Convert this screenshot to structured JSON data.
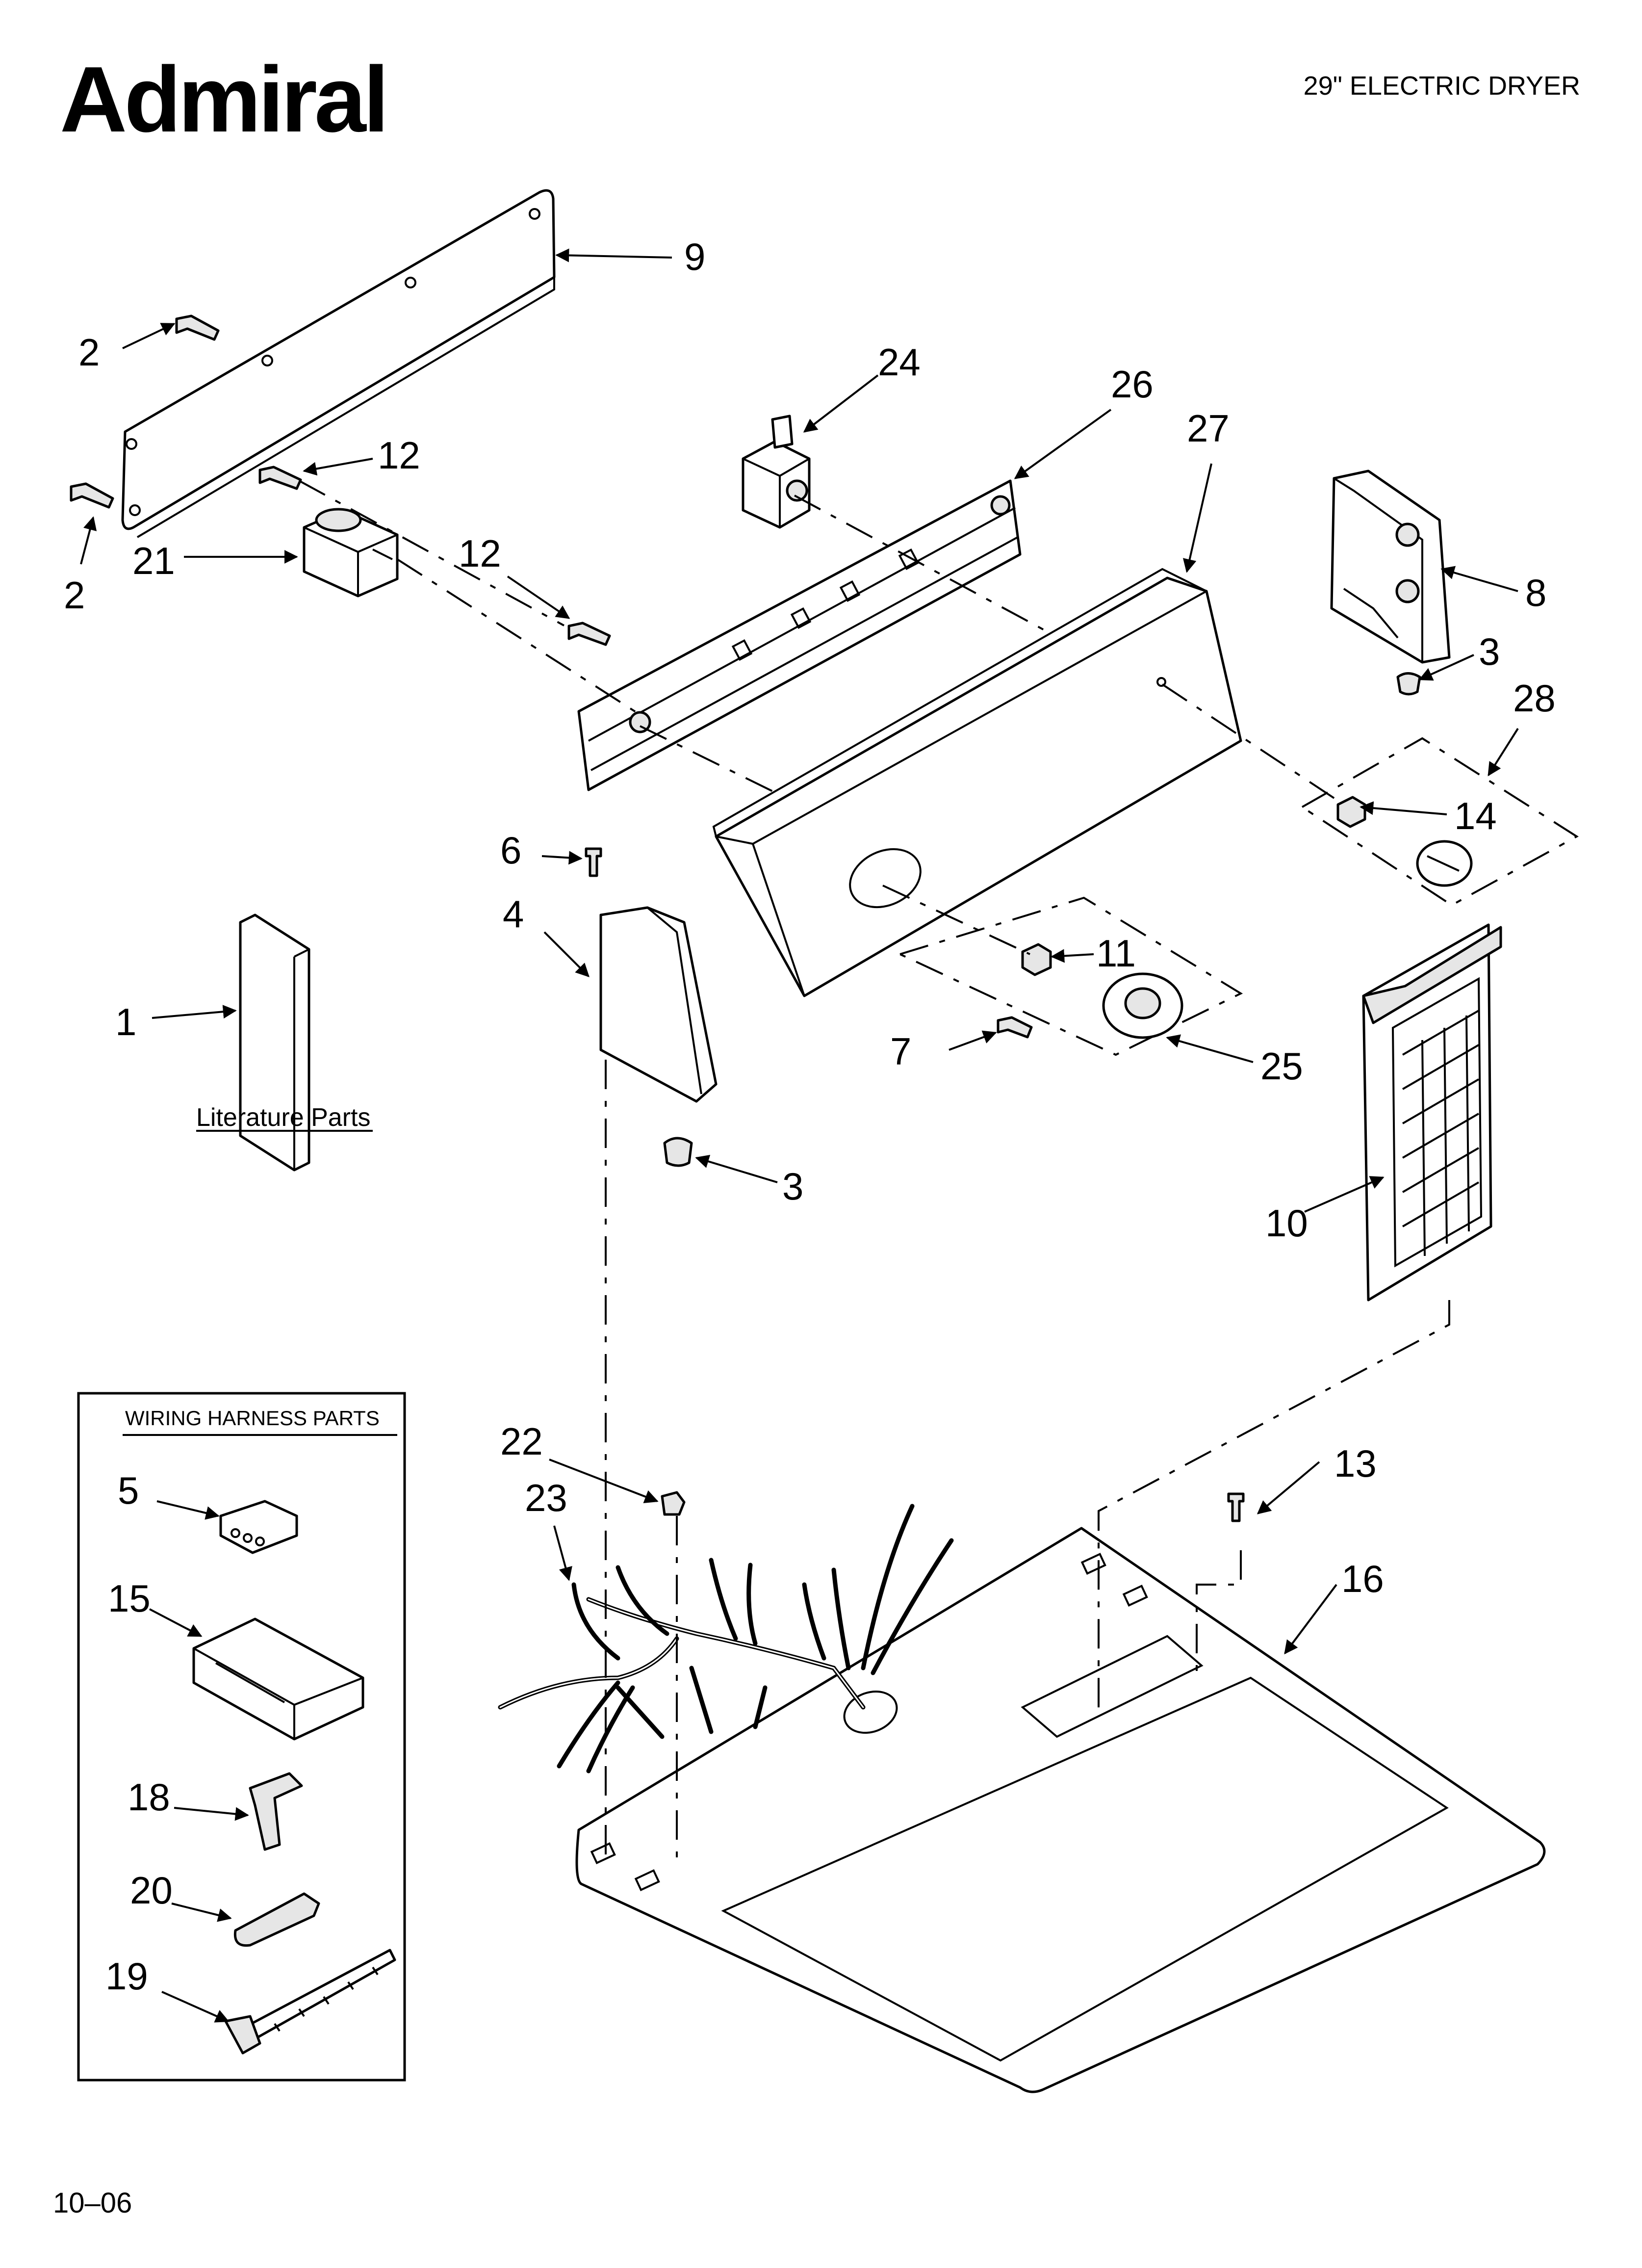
{
  "header": {
    "brand": "Admiral",
    "model": "29\" ELECTRIC DRYER"
  },
  "footer": {
    "date": "10–06"
  },
  "literature": {
    "label": "Literature Parts"
  },
  "harness_box": {
    "title": "WIRING HARNESS PARTS"
  },
  "callouts": {
    "c1": "1",
    "c2a": "2",
    "c2b": "2",
    "c3a": "3",
    "c3b": "3",
    "c4": "4",
    "c5": "5",
    "c6": "6",
    "c7": "7",
    "c8": "8",
    "c9": "9",
    "c10": "10",
    "c11": "11",
    "c12a": "12",
    "c12b": "12",
    "c13": "13",
    "c14": "14",
    "c15": "15",
    "c16": "16",
    "c18": "18",
    "c19": "19",
    "c20": "20",
    "c21": "21",
    "c22": "22",
    "c23": "23",
    "c24": "24",
    "c25": "25",
    "c26": "26",
    "c27": "27",
    "c28": "28"
  }
}
